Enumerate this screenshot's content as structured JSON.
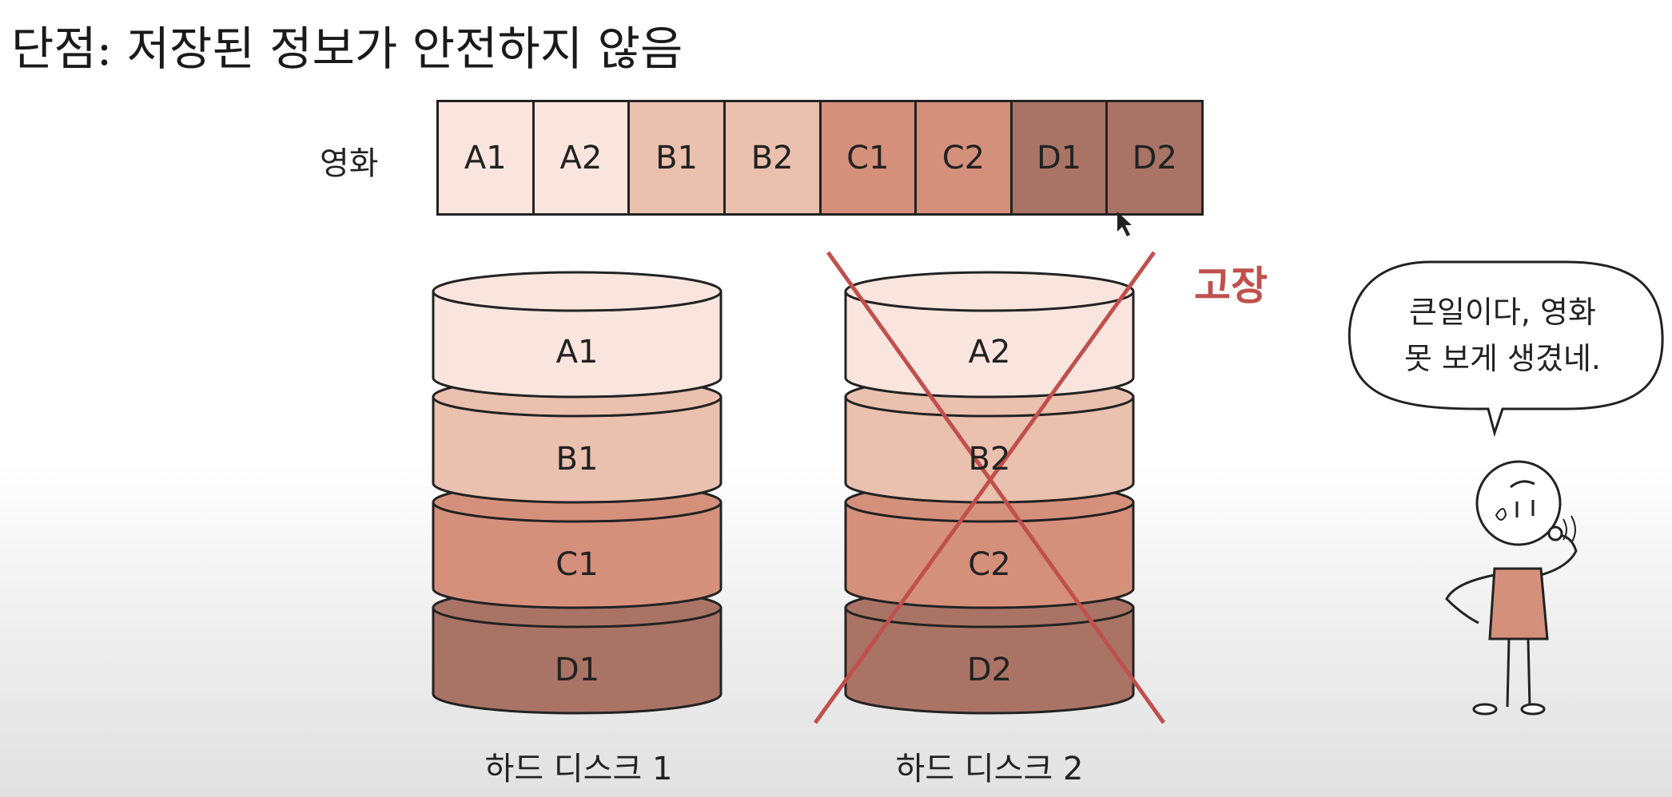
{
  "title": "단점: 저장된 정보가 안전하지 않음",
  "movie_label": "영화",
  "blocks": [
    {
      "label": "A1",
      "color": "#f9e5de"
    },
    {
      "label": "A2",
      "color": "#f9e5de"
    },
    {
      "label": "B1",
      "color": "#eac0ae"
    },
    {
      "label": "B2",
      "color": "#eac0ae"
    },
    {
      "label": "C1",
      "color": "#d5907c"
    },
    {
      "label": "C2",
      "color": "#d5907c"
    },
    {
      "label": "D1",
      "color": "#a97465"
    },
    {
      "label": "D2",
      "color": "#a97465"
    }
  ],
  "disks": [
    {
      "name": "하드 디스크 1",
      "platters": [
        "A1",
        "B1",
        "C1",
        "D1"
      ],
      "failed": false
    },
    {
      "name": "하드 디스크 2",
      "platters": [
        "A2",
        "B2",
        "C2",
        "D2"
      ],
      "failed": true
    }
  ],
  "platter_colors": [
    "#f9e5de",
    "#eac0ae",
    "#d5907c",
    "#a97465"
  ],
  "failure_label": "고장",
  "failure_color": "#c0504d",
  "speech": {
    "line1": "큰일이다, 영화",
    "line2": "못 보게 생겼네."
  }
}
